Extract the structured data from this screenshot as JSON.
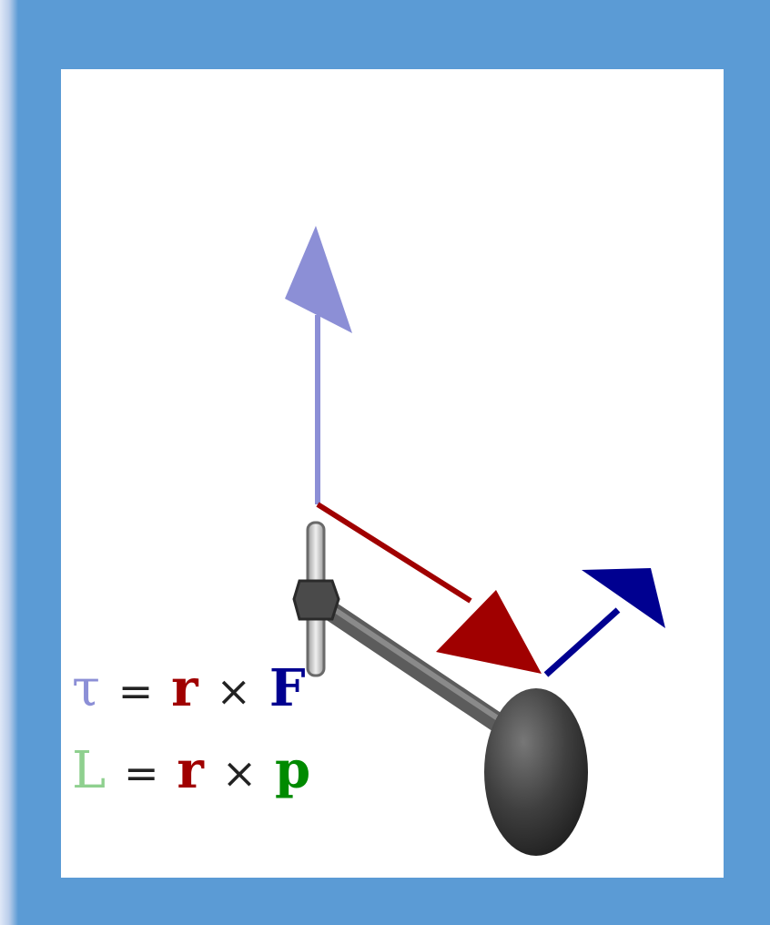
{
  "equations": [
    {
      "lhs": "τ",
      "lhs_color": "#8c8fd6",
      "eq": "=",
      "r": "r",
      "r_color": "#a00000",
      "cross": "×",
      "rhs": "F",
      "rhs_color": "#000090"
    },
    {
      "lhs": "L",
      "lhs_color": "#8fd08f",
      "eq": "=",
      "r": "r",
      "r_color": "#a00000",
      "cross": "×",
      "rhs": "p",
      "rhs_color": "#008a00"
    }
  ],
  "colors": {
    "background": "#5b9bd5",
    "panel": "#ffffff",
    "angular_vector": "#8c8fd6",
    "position_vector": "#a00000",
    "force_vector": "#000090",
    "rod": "#6b6b6b",
    "ball": "#3a3a3a"
  },
  "icons": {
    "axis": "pivot-axis-icon",
    "mass": "ball-mass-icon"
  }
}
